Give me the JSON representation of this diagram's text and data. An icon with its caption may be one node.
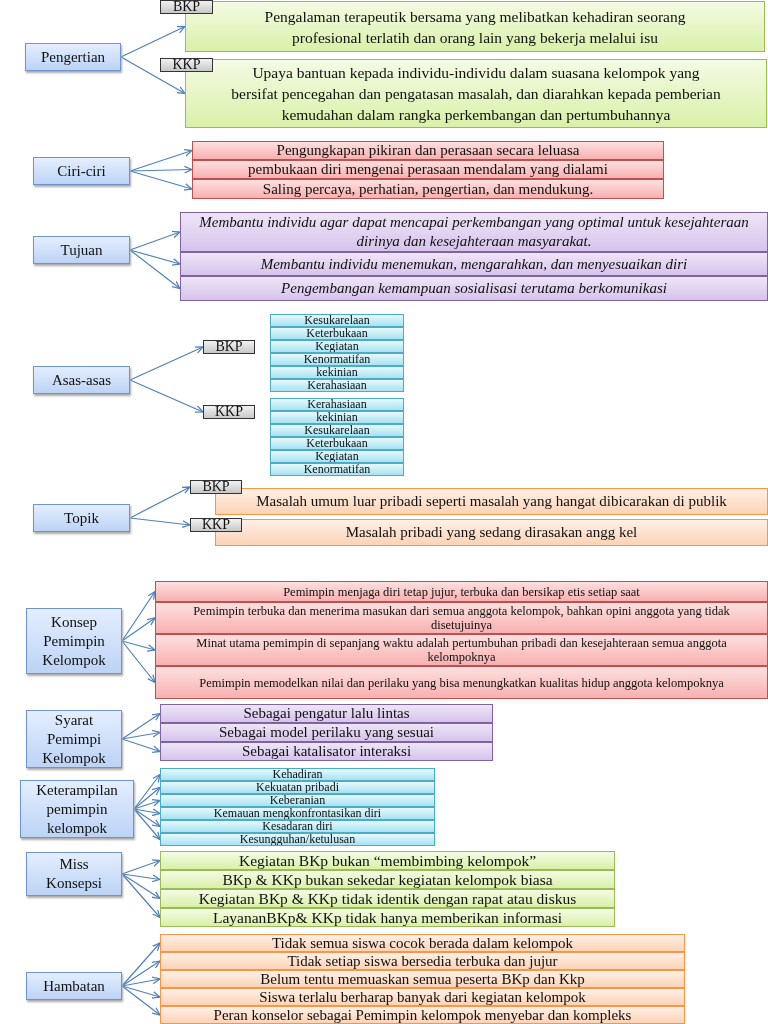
{
  "diagram": {
    "nodes": [
      {
        "text": [
          "Pengertian"
        ]
      },
      {
        "text": [
          "BKP"
        ]
      },
      {
        "text": [
          "Pengalaman terapeutik bersama yang melibatkan kehadiran seorang profesional terlatih dan orang lain yang bekerja melalui isu"
        ]
      },
      {
        "text": [
          "KKP"
        ]
      },
      {
        "text": [
          "Upaya bantuan kepada individu-individu dalam suasana kelompok yang bersifat pencegahan dan pengatasan masalah, dan diarahkan kepada pemberian kemudahan dalam rangka perkembangan dan pertumbuhannya"
        ]
      },
      {
        "text": [
          "Ciri-ciri"
        ]
      },
      {
        "text": [
          "Pengungkapan pikiran dan perasaan secara leluasa"
        ]
      },
      {
        "text": [
          "pembukaan diri mengenai perasaan mendalam yang dialami"
        ]
      },
      {
        "text": [
          "Saling percaya, perhatian, pengertian, dan mendukung."
        ]
      },
      {
        "text": [
          "Tujuan"
        ]
      },
      {
        "text": [
          "Membantu individu agar dapat mencapai perkembangan yang optimal untuk kesejahteraan dirinya dan kesejahteraan masyarakat."
        ]
      },
      {
        "text": [
          "Membantu individu menemukan, mengarahkan, dan menyesuaikan diri"
        ]
      },
      {
        "text": [
          "Pengembangan kemampuan sosialisasi terutama berkomunikasi"
        ]
      },
      {
        "text": [
          "Asas-asas"
        ]
      },
      {
        "text": [
          "BKP"
        ]
      },
      {
        "text": [
          "KKP"
        ]
      },
      {
        "text": [
          "Kesukarelaan"
        ]
      },
      {
        "text": [
          "Keterbukaan"
        ]
      },
      {
        "text": [
          "Kegiatan"
        ]
      },
      {
        "text": [
          "Kenormatifan"
        ]
      },
      {
        "text": [
          "kekinian"
        ]
      },
      {
        "text": [
          "Kerahasiaan"
        ]
      },
      {
        "text": [
          "Kerahasiaan"
        ]
      },
      {
        "text": [
          "kekinian"
        ]
      },
      {
        "text": [
          "Kesukarelaan"
        ]
      },
      {
        "text": [
          "Keterbukaan"
        ]
      },
      {
        "text": [
          "Kegiatan"
        ]
      },
      {
        "text": [
          "Kenormatifan"
        ]
      },
      {
        "text": [
          "Topik"
        ]
      },
      {
        "text": [
          "BKP"
        ]
      },
      {
        "text": [
          "Masalah umum luar pribadi seperti masalah yang hangat dibicarakan di publik"
        ]
      },
      {
        "text": [
          "KKP"
        ]
      },
      {
        "text": [
          "Masalah  pribadi yang sedang dirasakan angg kel"
        ]
      },
      {
        "text": [
          "Konsep Pemimpin Kelompok"
        ]
      },
      {
        "text": [
          "Pemimpin menjaga diri tetap jujur, terbuka dan bersikap etis setiap saat"
        ]
      },
      {
        "text": [
          "Pemimpin terbuka dan menerima masukan dari semua anggota kelompok, bahkan opini anggota yang tidak disetujuinya"
        ]
      },
      {
        "text": [
          "Minat utama pemimpin di sepanjang waktu adalah pertumbuhan pribadi dan kesejahteraan semua anggota  kelompoknya"
        ]
      },
      {
        "text": [
          "Pemimpin memodelkan nilai dan perilaku yang bisa menungkatkan kualitas hidup anggota kelompoknya"
        ]
      },
      {
        "text": [
          "Syarat Pemimpi Kelompok"
        ]
      },
      {
        "text": [
          "Sebagai pengatur lalu lintas"
        ]
      },
      {
        "text": [
          "Sebagai model perilaku yang sesuai"
        ]
      },
      {
        "text": [
          "Sebagai katalisator interaksi"
        ]
      },
      {
        "text": [
          "Keterampilan pemimpin kelompok"
        ]
      },
      {
        "text": [
          "Kehadiran"
        ]
      },
      {
        "text": [
          "Kekuatan pribadi"
        ]
      },
      {
        "text": [
          "Keberanian"
        ]
      },
      {
        "text": [
          "Kemauan mengkonfrontasikan diri"
        ]
      },
      {
        "text": [
          "Kesadaran diri"
        ]
      },
      {
        "text": [
          "Kesungguhan/ketulusan"
        ]
      },
      {
        "text": [
          "Miss Konsepsi"
        ]
      },
      {
        "text": [
          "Kegiatan BKp bukan “membimbing kelompok”"
        ]
      },
      {
        "text": [
          "BKp & KKp bukan sekedar kegiatan kelompok biasa"
        ]
      },
      {
        "text": [
          "Kegiatan BKp & KKp tidak identik dengan rapat atau diskus"
        ]
      },
      {
        "text": [
          "LayananBKp& KKp tidak hanya memberikan informasi"
        ]
      },
      {
        "text": [
          "Hambatan"
        ]
      },
      {
        "text": [
          "Tidak semua siswa cocok berada dalam kelompok"
        ]
      },
      {
        "text": [
          "Tidak setiap siswa bersedia terbuka dan jujur"
        ]
      },
      {
        "text": [
          "Belum tentu memuaskan semua peserta BKp dan Kkp"
        ]
      },
      {
        "text": [
          "Siswa terlalu berharap banyak dari kegiatan kelompok"
        ]
      },
      {
        "text": [
          "Peran konselor sebagai Pemimpin kelompok menyebar dan kompleks"
        ]
      }
    ],
    "edges": [
      {
        "from": 0,
        "to": 2,
        "arrow": "to"
      },
      {
        "from": 0,
        "to": 4,
        "arrow": "to"
      },
      {
        "from": 5,
        "to": 6,
        "arrow": "to"
      },
      {
        "from": 5,
        "to": 7,
        "arrow": "to"
      },
      {
        "from": 5,
        "to": 8,
        "arrow": "to"
      },
      {
        "from": 9,
        "to": 10,
        "arrow": "to"
      },
      {
        "from": 9,
        "to": 11,
        "arrow": "to"
      },
      {
        "from": 9,
        "to": 12,
        "arrow": "to"
      },
      {
        "from": 13,
        "to": 14,
        "arrow": "to"
      },
      {
        "from": 13,
        "to": 15,
        "arrow": "to"
      },
      {
        "from": 28,
        "to": 29,
        "arrow": "to"
      },
      {
        "from": 28,
        "to": 31,
        "arrow": "to"
      },
      {
        "from": 33,
        "to": 34,
        "arrow": "to"
      },
      {
        "from": 33,
        "to": 35,
        "arrow": "to"
      },
      {
        "from": 33,
        "to": 36,
        "arrow": "to"
      },
      {
        "from": 33,
        "to": 37,
        "arrow": "to"
      },
      {
        "from": 38,
        "to": 39,
        "arrow": "to"
      },
      {
        "from": 38,
        "to": 40,
        "arrow": "to"
      },
      {
        "from": 38,
        "to": 41,
        "arrow": "to"
      },
      {
        "from": 42,
        "to": 43,
        "arrow": "to"
      },
      {
        "from": 42,
        "to": 44,
        "arrow": "to"
      },
      {
        "from": 42,
        "to": 45,
        "arrow": "to"
      },
      {
        "from": 42,
        "to": 46,
        "arrow": "to"
      },
      {
        "from": 42,
        "to": 47,
        "arrow": "to"
      },
      {
        "from": 42,
        "to": 48,
        "arrow": "to"
      },
      {
        "from": 49,
        "to": 50,
        "arrow": "to"
      },
      {
        "from": 49,
        "to": 51,
        "arrow": "to"
      },
      {
        "from": 49,
        "to": 52,
        "arrow": "to"
      },
      {
        "from": 49,
        "to": 53,
        "arrow": "to"
      },
      {
        "from": 54,
        "to": 55,
        "arrow": "to"
      },
      {
        "from": 54,
        "to": 56,
        "arrow": "to"
      },
      {
        "from": 54,
        "to": 57,
        "arrow": "to"
      },
      {
        "from": 54,
        "to": 58,
        "arrow": "to"
      },
      {
        "from": 54,
        "to": 59,
        "arrow": "to"
      }
    ]
  }
}
